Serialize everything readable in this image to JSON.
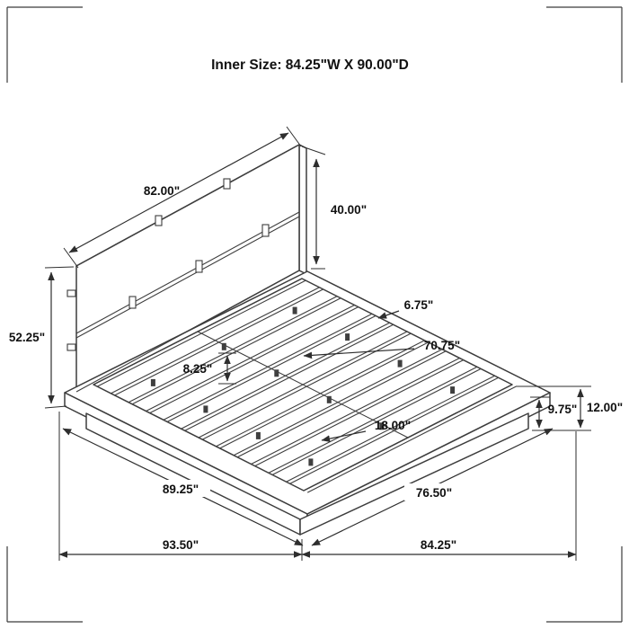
{
  "title": "Inner Size: 84.25\"W X 90.00\"D",
  "dims": {
    "headboard_width": "82.00\"",
    "headboard_height": "40.00\"",
    "total_height": "52.25\"",
    "rail_width": "6.75\"",
    "slat_length": "70.75\"",
    "slat_gap": "8.25\"",
    "clearance": "18.00\"",
    "base_height": "9.75\"",
    "platform_height": "12.00\"",
    "left_depth": "89.25\"",
    "right_width": "76.50\"",
    "overall_width": "93.50\"",
    "overall_depth": "84.25\""
  },
  "colors": {
    "line": "#3d3d3d",
    "label": "#111111",
    "background": "#ffffff"
  }
}
